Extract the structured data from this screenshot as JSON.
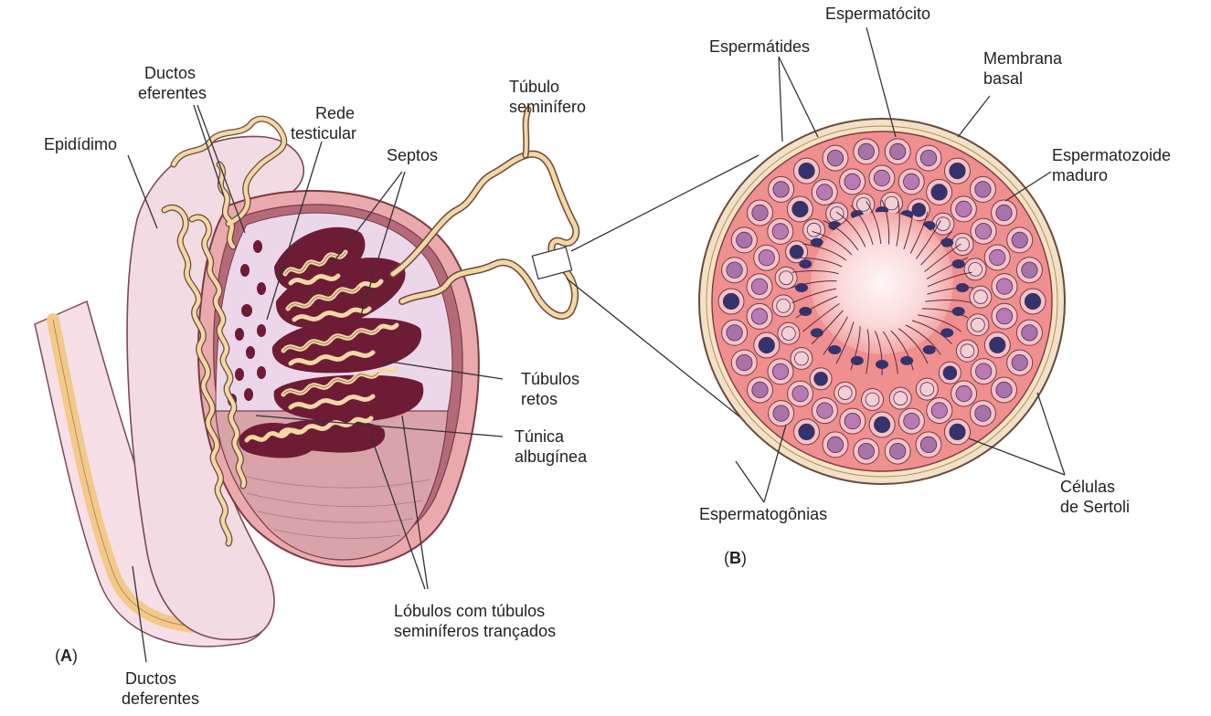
{
  "panels": {
    "a": "A",
    "b": "B"
  },
  "labels_a": {
    "ductos_eferentes": [
      "Ductos",
      "eferentes"
    ],
    "epididimo": [
      "Epidídimo"
    ],
    "rede_testicular": [
      "Rede",
      "testicular"
    ],
    "septos": [
      "Septos"
    ],
    "tubulo_seminifero": [
      "Túbulo",
      "seminífero"
    ],
    "tubulos_retos": [
      "Túbulos",
      "retos"
    ],
    "tunica_albuginea": [
      "Túnica",
      "albugínea"
    ],
    "lobulos": [
      "Lóbulos com túbulos",
      "seminíferos trançados"
    ],
    "ductos_deferentes": [
      "Ductos",
      "deferentes"
    ]
  },
  "labels_b": {
    "espermatocito": [
      "Espermatócito"
    ],
    "espermatides": [
      "Espermátides"
    ],
    "membrana_basal": [
      "Membrana",
      "basal"
    ],
    "espermatozoide": [
      "Espermatozoide",
      "maduro"
    ],
    "espermatogonias": [
      "Espermatogônias"
    ],
    "sertoli": [
      "Células",
      "de Sertoli"
    ]
  },
  "colors": {
    "tubule_fill": "#f3d7a6",
    "tubule_stroke": "#6b4a3a",
    "tunica": "#e9a9ad",
    "testis_inner": "#ecd7ea",
    "lobule_dark": "#6e1c36",
    "lower_testis": "#d9a3aa",
    "epididymis": "#f3dbe3",
    "cross_section_bg": "#f08f8f",
    "lumen": "#fde3e3",
    "spermatogonia": "#33336e",
    "spermatocyte": "#a873a8"
  }
}
